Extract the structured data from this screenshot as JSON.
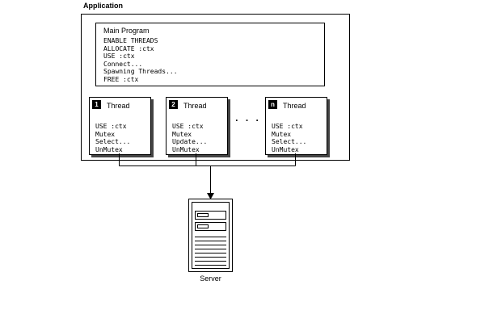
{
  "diagram": {
    "application_label": "Application",
    "main_program": {
      "title": "Main Program",
      "code_lines": [
        "ENABLE THREADS",
        "ALLOCATE :ctx",
        "USE :ctx",
        "Connect...",
        "Spawning Threads...",
        "FREE :ctx"
      ]
    },
    "threads": [
      {
        "badge": "1",
        "label": "Thread",
        "code_lines": [
          "USE :ctx",
          "Mutex",
          "Select...",
          "UnMutex"
        ]
      },
      {
        "badge": "2",
        "label": "Thread",
        "code_lines": [
          "USE :ctx",
          "Mutex",
          "Update...",
          "UnMutex"
        ]
      },
      {
        "badge": "n",
        "label": "Thread",
        "code_lines": [
          "USE :ctx",
          "Mutex",
          "Select...",
          "UnMutex"
        ]
      }
    ],
    "ellipsis": ". . .",
    "server_label": "Server",
    "colors": {
      "line": "#000000",
      "shadow": "#444444",
      "badge_bg": "#000000",
      "badge_text": "#ffffff",
      "background": "#ffffff"
    }
  }
}
